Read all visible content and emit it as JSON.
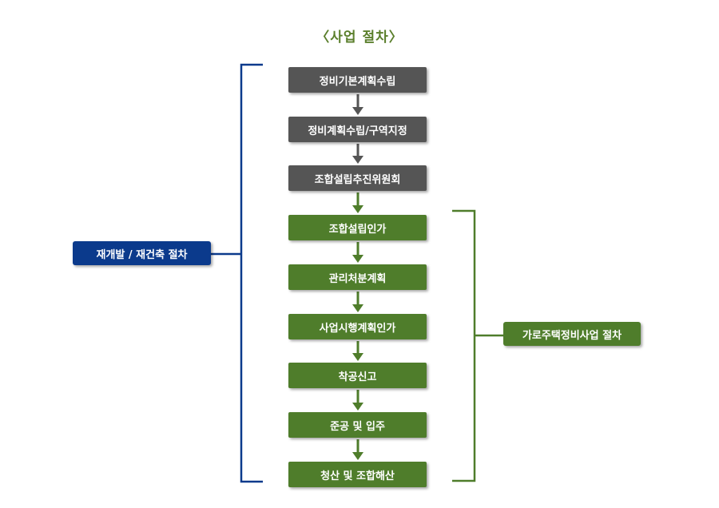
{
  "title": "〈사업 절차〉",
  "steps": [
    {
      "label": "정비기본계획수립",
      "kind": "gray"
    },
    {
      "label": "정비계획수립/구역지정",
      "kind": "gray"
    },
    {
      "label": "조합설립추진위원회",
      "kind": "gray"
    },
    {
      "label": "조합설립인가",
      "kind": "green"
    },
    {
      "label": "관리처분계획",
      "kind": "green"
    },
    {
      "label": "사업시행계획인가",
      "kind": "green"
    },
    {
      "label": "착공신고",
      "kind": "green"
    },
    {
      "label": "준공 및 입주",
      "kind": "green"
    },
    {
      "label": "청산 및 조합해산",
      "kind": "green"
    }
  ],
  "left_group": {
    "label": "재개발 / 재건축 절차",
    "color": "#0b3a8c"
  },
  "right_group": {
    "label": "가로주택정비사업 절차",
    "color": "#4f7d2b"
  },
  "colors": {
    "gray": "#555555",
    "green": "#4f7d2b",
    "blue": "#0b3a8c",
    "title": "#5b7f2c"
  }
}
